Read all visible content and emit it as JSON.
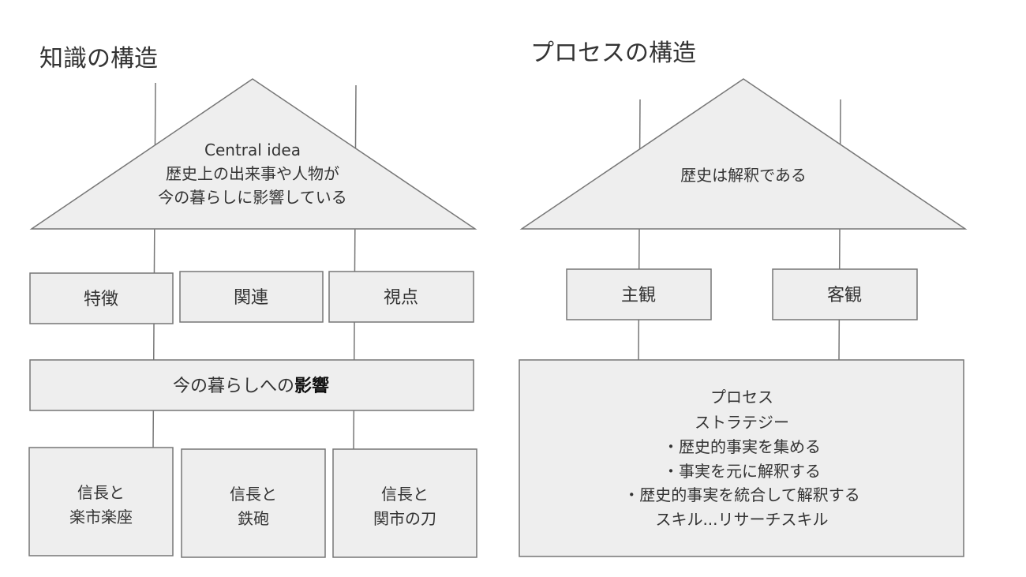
{
  "left": {
    "title": "知識の構造",
    "roof": {
      "line1": "Central idea",
      "line2": "歴史上の出来事や人物が",
      "line3": "今の暮らしに影響している"
    },
    "concepts": [
      "特徴",
      "関連",
      "視点"
    ],
    "impact": {
      "normal": "今の暮らしへの",
      "bold": "影響"
    },
    "facts": [
      [
        "信長と",
        "楽市楽座"
      ],
      [
        "信長と",
        "鉄砲"
      ],
      [
        "信長と",
        "関市の刀"
      ]
    ]
  },
  "right": {
    "title": "プロセスの構造",
    "roof": "歴史は解釈である",
    "boxes": [
      "主観",
      "客観"
    ],
    "process": [
      "プロセス",
      "ストラテジー",
      "・歴史的事実を集める",
      "・事実を元に解釈する",
      "・歴史的事実を統合して解釈する",
      "スキル...リサーチスキル"
    ]
  }
}
